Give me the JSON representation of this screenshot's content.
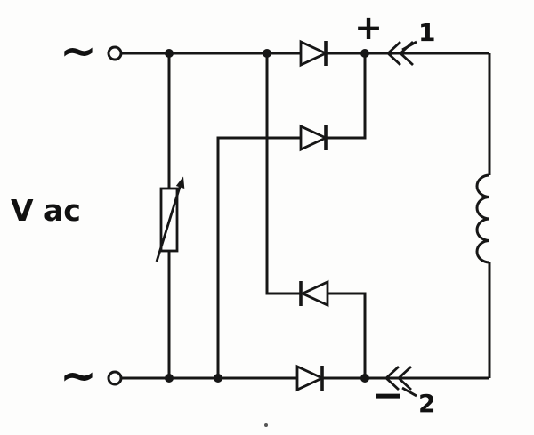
{
  "figure": {
    "kind": "circuit-schematic",
    "description": "AC supply with a parallel varistor feeding a four-diode rectifier whose + and - output is wired through plug connectors 1 and 2 to a coil load",
    "background_color": "#fdfdfc",
    "line_color": "#161616"
  },
  "labels": {
    "ac_tilde_top": "~",
    "ac_tilde_bottom": "~",
    "voltage": "V ac",
    "plus": "+",
    "minus": "−",
    "connector_1": "1",
    "connector_2": "2"
  },
  "components": [
    {
      "name": "ac-terminal-top",
      "symbol": "open-circle terminal"
    },
    {
      "name": "ac-terminal-bottom",
      "symbol": "open-circle terminal"
    },
    {
      "name": "varistor",
      "symbol": "rectangle with diagonal arrow (variable resistor / varistor)"
    },
    {
      "name": "diode-1",
      "symbol": "diode, pointing right, top rail"
    },
    {
      "name": "diode-2",
      "symbol": "diode, pointing right, second row"
    },
    {
      "name": "diode-3",
      "symbol": "diode, pointing left, third row"
    },
    {
      "name": "diode-4",
      "symbol": "diode, pointing right, bottom rail"
    },
    {
      "name": "connector-1",
      "symbol": "double-chevron plug connector on top output line"
    },
    {
      "name": "connector-2",
      "symbol": "double-chevron plug connector on bottom output line"
    },
    {
      "name": "coil",
      "symbol": "inductor with four loops on right side"
    }
  ]
}
